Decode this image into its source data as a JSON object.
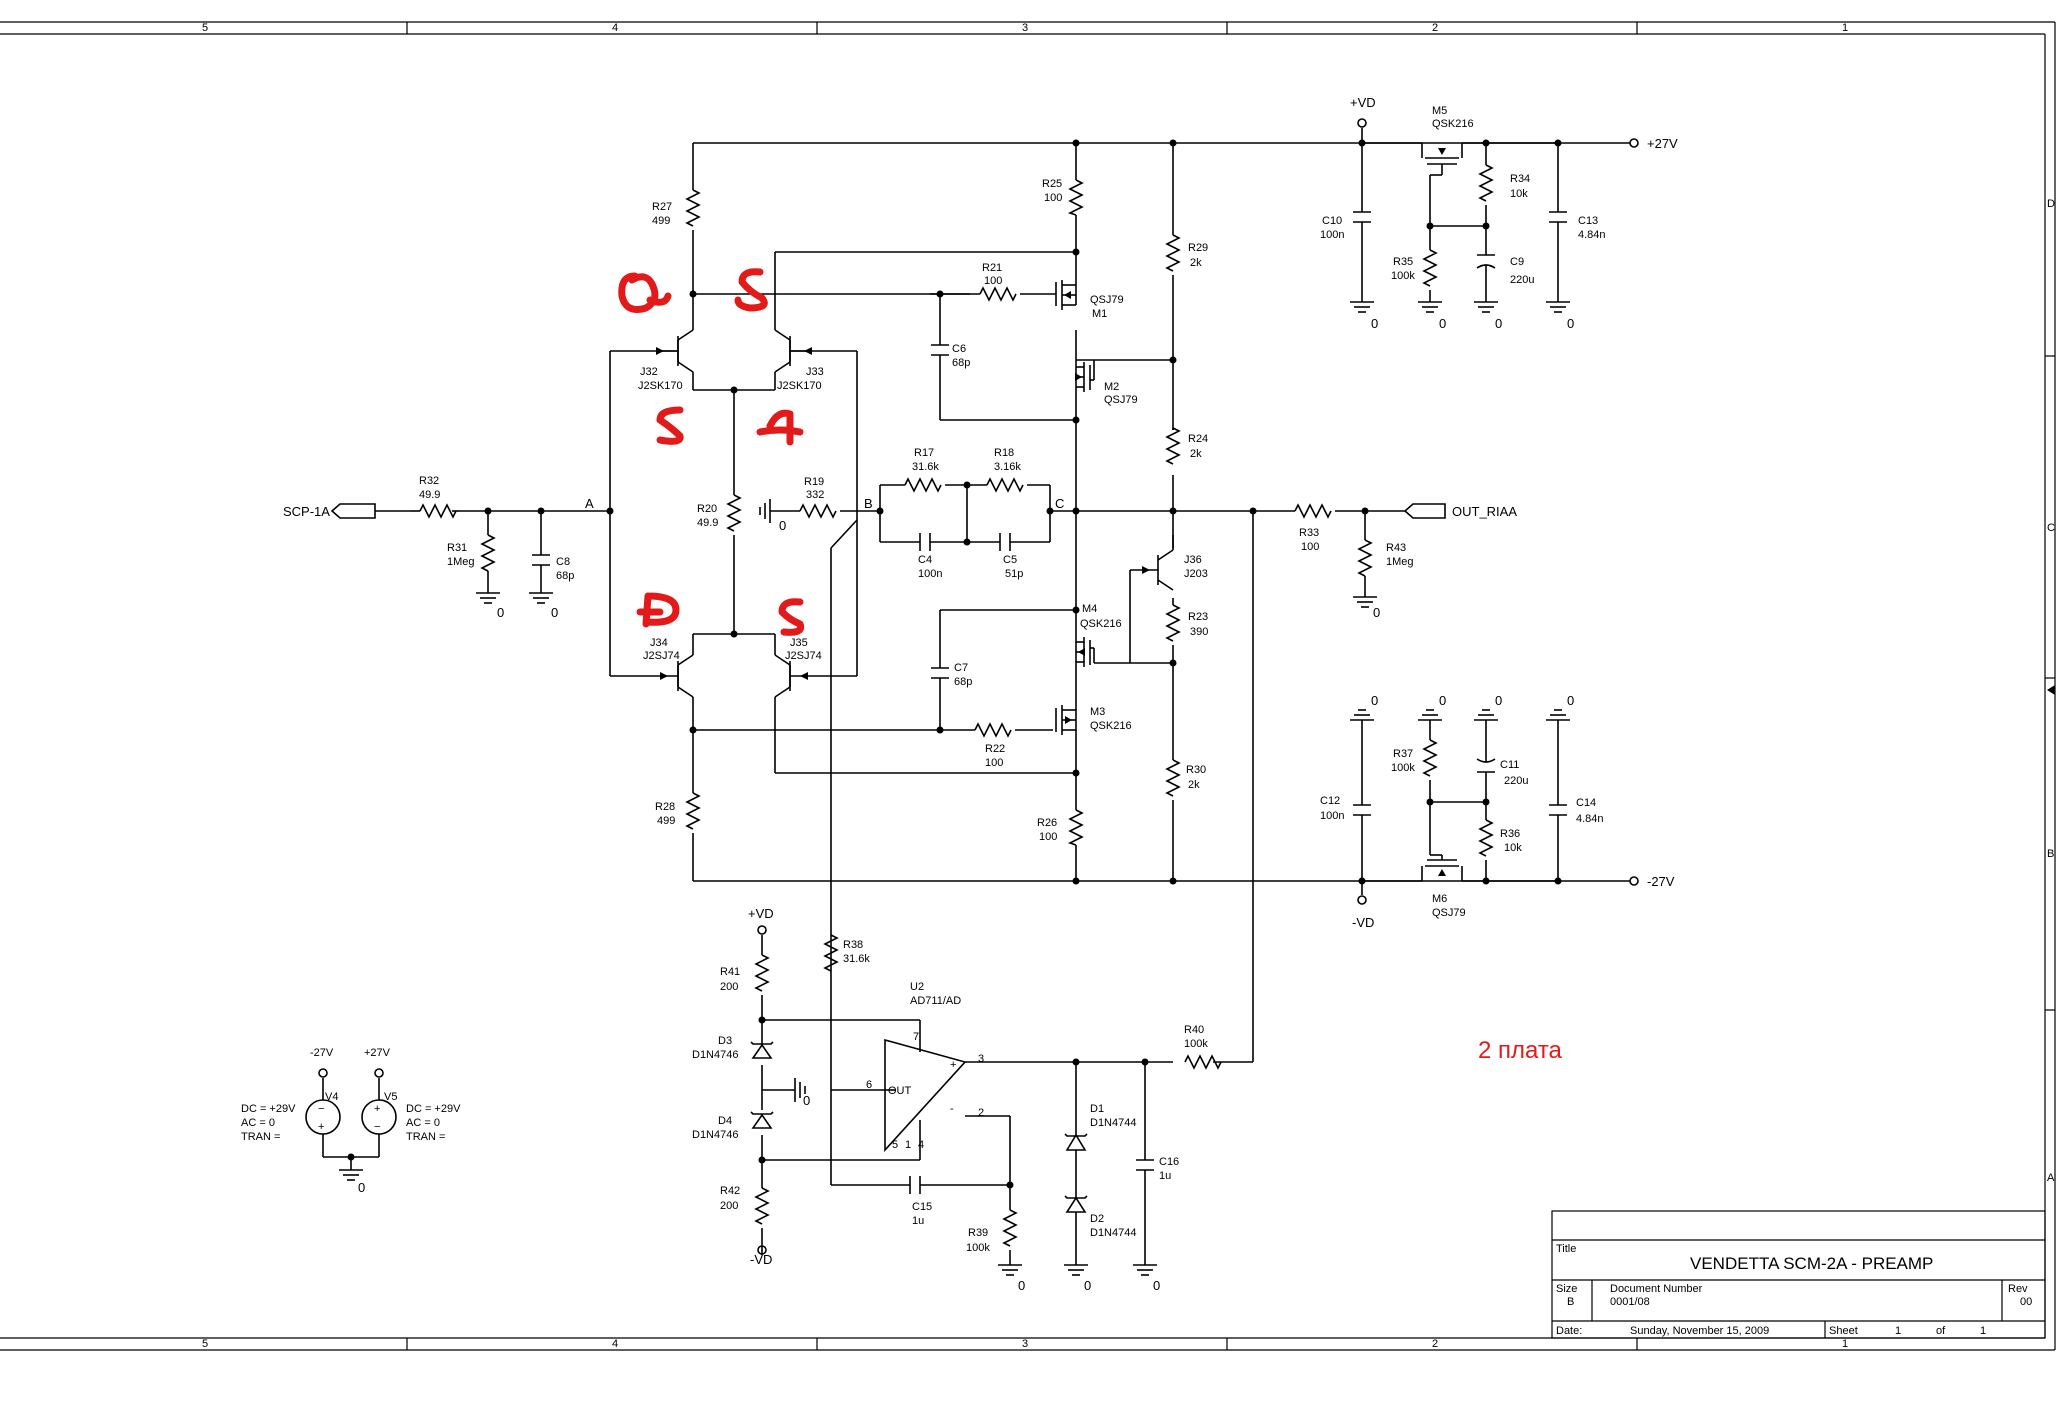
{
  "frame": {
    "col_numbers": [
      "5",
      "4",
      "3",
      "2",
      "1"
    ],
    "row_letters": [
      "D",
      "C",
      "B",
      "A"
    ]
  },
  "title_block": {
    "title_label": "Title",
    "title": "VENDETTA SCM-2A - PREAMP",
    "size_label": "Size",
    "size": "B",
    "doc_label": "Document Number",
    "doc_number": "0001/08",
    "rev_label": "Rev",
    "rev": "00",
    "date_label": "Date:",
    "date": "Sunday, November 15, 2009",
    "sheet_label": "Sheet",
    "sheet": "1",
    "of_label": "of",
    "sheet_total": "1"
  },
  "annotation": {
    "text": "2 плата",
    "color": "#e21a1a"
  },
  "ports": {
    "input": "SCP-1A",
    "output": "OUT_RIAA",
    "pos_rail": "+27V",
    "neg_rail": "-27V"
  },
  "nodes": {
    "a": "A",
    "b": "B",
    "c": "C"
  },
  "supplies": {
    "vd_pos": "+VD",
    "vd_neg": "-VD",
    "ground": "0",
    "v4_rail": "-27V",
    "v5_rail": "+27V",
    "v4_name": "V4",
    "v5_name": "V5",
    "v4_params": [
      "DC = +29V",
      "AC = 0",
      "TRAN ="
    ],
    "v5_params": [
      "DC = +29V",
      "AC = 0",
      "TRAN ="
    ]
  },
  "components": {
    "R32": [
      "R32",
      "49.9"
    ],
    "R31": [
      "R31",
      "1Meg"
    ],
    "C8": [
      "C8",
      "68p"
    ],
    "R27": [
      "R27",
      "499"
    ],
    "R25": [
      "R25",
      "100"
    ],
    "R21": [
      "R21",
      "100"
    ],
    "M1": [
      "QSJ79",
      "M1"
    ],
    "C6": [
      "C6",
      "68p"
    ],
    "M2": [
      "M2",
      "QSJ79"
    ],
    "J32": [
      "J32",
      "J2SK170"
    ],
    "J33": [
      "J33",
      "J2SK170"
    ],
    "R20": [
      "R20",
      "49.9"
    ],
    "R19": [
      "R19",
      "332"
    ],
    "R17": [
      "R17",
      "31.6k"
    ],
    "R18": [
      "R18",
      "3.16k"
    ],
    "C4": [
      "C4",
      "100n"
    ],
    "C5": [
      "C5",
      "51p"
    ],
    "R29": [
      "R29",
      "2k"
    ],
    "R24": [
      "R24",
      "2k"
    ],
    "J36": [
      "J36",
      "J203"
    ],
    "R23": [
      "R23",
      "390"
    ],
    "M4": [
      "M4",
      "QSK216"
    ],
    "C7": [
      "C7",
      "68p"
    ],
    "M3": [
      "M3",
      "QSK216"
    ],
    "R22": [
      "R22",
      "100"
    ],
    "J34": [
      "J34",
      "J2SJ74"
    ],
    "J35": [
      "J35",
      "J2SJ74"
    ],
    "R28": [
      "R28",
      "499"
    ],
    "R26": [
      "R26",
      "100"
    ],
    "R30": [
      "R30",
      "2k"
    ],
    "R33": [
      "R33",
      "100"
    ],
    "R43": [
      "R43",
      "1Meg"
    ],
    "M5": [
      "M5",
      "QSK216"
    ],
    "C10": [
      "C10",
      "100n"
    ],
    "R35": [
      "R35",
      "100k"
    ],
    "R34": [
      "R34",
      "10k"
    ],
    "C9": [
      "C9",
      "220u"
    ],
    "C13": [
      "C13",
      "4.84n"
    ],
    "R37": [
      "R37",
      "100k"
    ],
    "C11": [
      "C11",
      "220u"
    ],
    "C12": [
      "C12",
      "100n"
    ],
    "R36": [
      "R36",
      "10k"
    ],
    "C14": [
      "C14",
      "4.84n"
    ],
    "M6": [
      "M6",
      "QSJ79"
    ],
    "R38": [
      "R38",
      "31.6k"
    ],
    "U2": [
      "U2",
      "AD711/AD"
    ],
    "R41": [
      "R41",
      "200"
    ],
    "D3": [
      "D3",
      "D1N4746"
    ],
    "D4": [
      "D4",
      "D1N4746"
    ],
    "R42": [
      "R42",
      "200"
    ],
    "C15": [
      "C15",
      "1u"
    ],
    "R39": [
      "R39",
      "100k"
    ],
    "D1": [
      "D1",
      "D1N4744"
    ],
    "D2": [
      "D2",
      "D1N4744"
    ],
    "C16": [
      "C16",
      "1u"
    ],
    "R40": [
      "R40",
      "100k"
    ]
  },
  "opamp_pins": {
    "p3": "3",
    "p2": "2",
    "p6": "6",
    "p7": "7",
    "p4": "4",
    "p5": "5",
    "p1": "1",
    "out": "OUT",
    "plus": "+",
    "minus": "-"
  }
}
